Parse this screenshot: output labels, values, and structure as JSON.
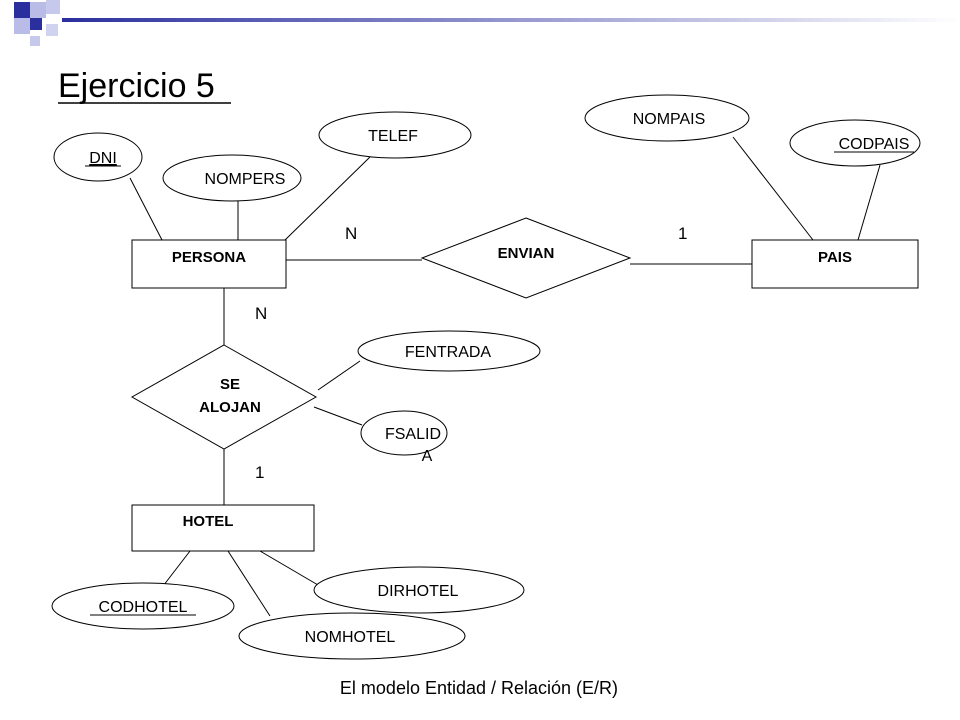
{
  "slide": {
    "title": "Ejercicio 5",
    "footer": "El modelo Entidad / Relación (E/R)"
  },
  "entities": {
    "persona": "PERSONA",
    "pais": "PAIS",
    "hotel": "HOTEL"
  },
  "relationships": {
    "envian": "ENVIAN",
    "se_alojan": [
      "SE",
      "ALOJAN"
    ]
  },
  "attributes": {
    "dni": "DNI",
    "nompers": "NOMPERS",
    "telef": "TELEF",
    "nompais": "NOMPAIS",
    "codpais": "CODPAIS",
    "fentrada": "FENTRADA",
    "fsalida": [
      "FSALID",
      "A"
    ],
    "codhotel": "CODHOTEL",
    "nomhotel": "NOMHOTEL",
    "dirhotel": "DIRHOTEL"
  },
  "cardinalities": {
    "persona_envian": "N",
    "envian_pais": "1",
    "persona_alojan": "N",
    "alojan_hotel": "1"
  },
  "colors": {
    "stroke": "#000000",
    "fill": "#ffffff",
    "deco_blue_dark": "#2b2f9e",
    "deco_blue_light": "#b8bce6"
  }
}
